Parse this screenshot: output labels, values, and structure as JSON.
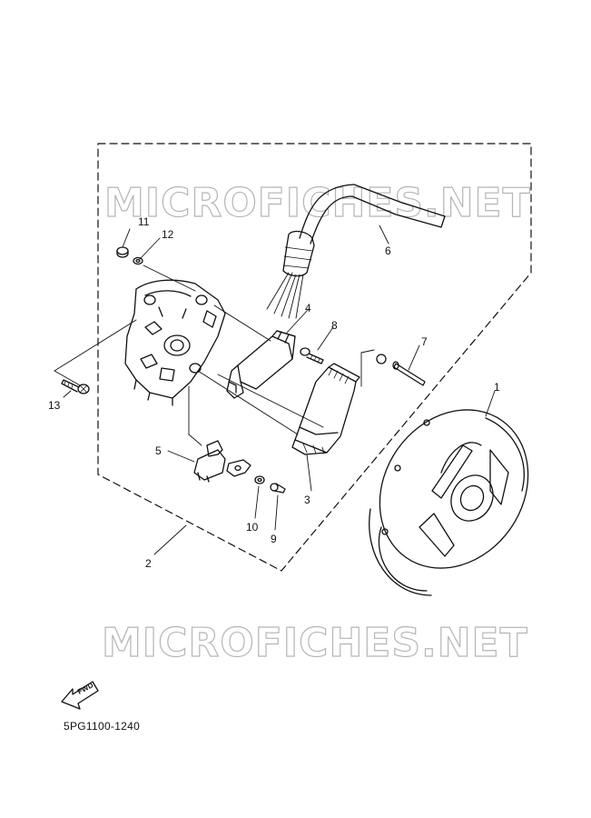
{
  "watermark_text": "MICROFICHES.NET",
  "fwd_label": "FWD",
  "part_code": "5PG1100-1240",
  "callouts": {
    "c1": "1",
    "c2": "2",
    "c3": "3",
    "c4": "4",
    "c5": "5",
    "c6": "6",
    "c7": "7",
    "c8": "8",
    "c9": "9",
    "c10": "10",
    "c11": "11",
    "c12": "12",
    "c13": "13"
  }
}
